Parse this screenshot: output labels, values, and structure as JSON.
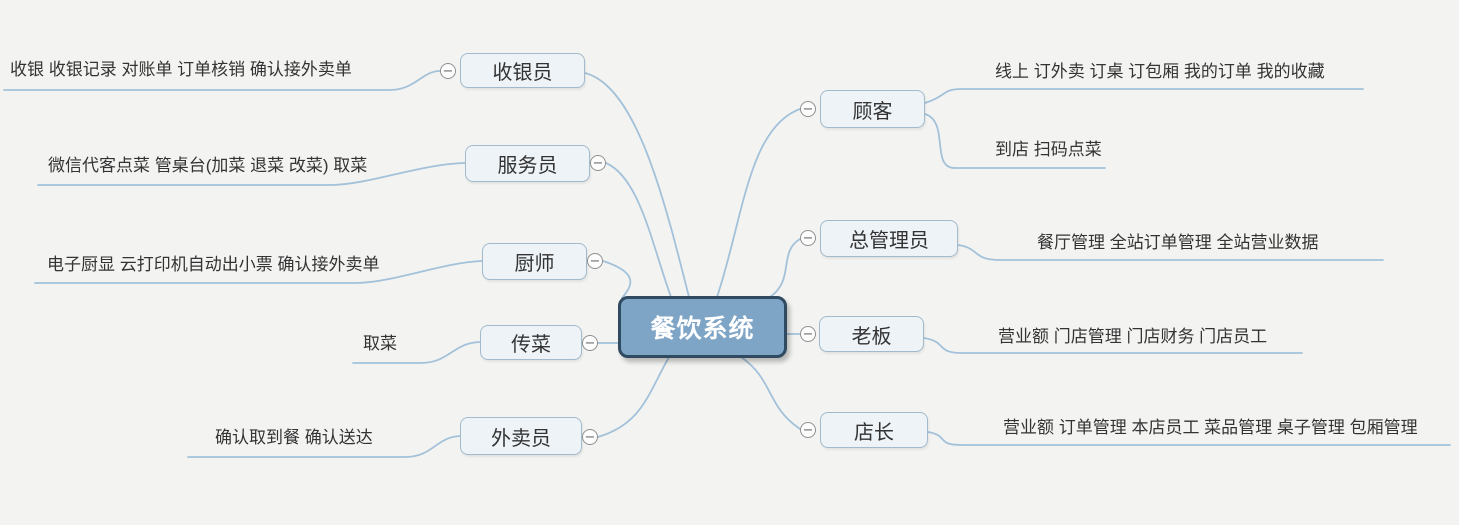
{
  "canvas": {
    "background": "#F3F4F2"
  },
  "colors": {
    "root_fill": "#7FA5C6",
    "root_border": "#2F4A61",
    "root_text": "#FFFFFF",
    "topic_fill": "#EEF3F7",
    "topic_border": "#A2BACB",
    "topic_text": "#333333",
    "connector": "#A3C1D9",
    "collapse_ring": "#8F8F8F",
    "leaf_text": "#333333"
  },
  "mindmap": {
    "root": {
      "label": "餐饮系统"
    },
    "collapse_glyph": "−",
    "left_branches": [
      {
        "label": "收银员",
        "children": [
          "收银 收银记录 对账单 订单核销 确认接外卖单"
        ]
      },
      {
        "label": "服务员",
        "children": [
          "微信代客点菜 管桌台(加菜 退菜 改菜) 取菜"
        ]
      },
      {
        "label": "厨师",
        "children": [
          "电子厨显 云打印机自动出小票  确认接外卖单"
        ]
      },
      {
        "label": "传菜",
        "children": [
          "取菜"
        ]
      },
      {
        "label": "外卖员",
        "children": [
          "确认取到餐 确认送达"
        ]
      }
    ],
    "right_branches": [
      {
        "label": "顾客",
        "children": [
          "线上 订外卖 订桌 订包厢 我的订单 我的收藏",
          "到店 扫码点菜"
        ]
      },
      {
        "label": "总管理员",
        "children": [
          "餐厅管理 全站订单管理 全站营业数据"
        ]
      },
      {
        "label": "老板",
        "children": [
          "营业额 门店管理 门店财务 门店员工"
        ]
      },
      {
        "label": "店长",
        "children": [
          "营业额 订单管理 本店员工 菜品管理 桌子管理 包厢管理"
        ]
      }
    ]
  }
}
